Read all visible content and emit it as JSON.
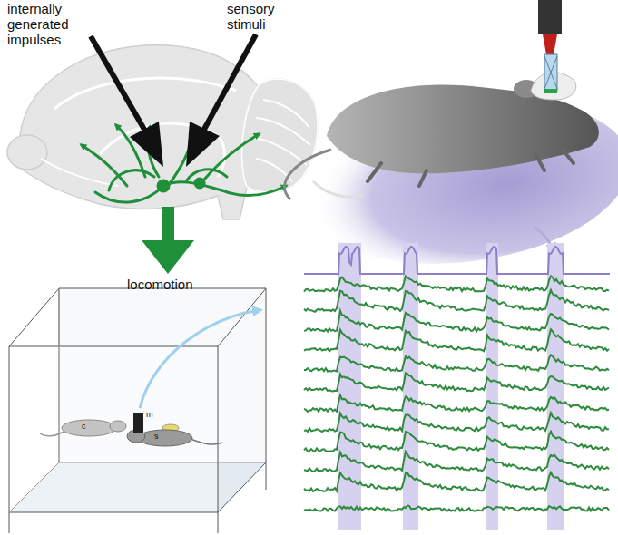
{
  "diagram": {
    "labels": [
      "internally generated impulses",
      "sensory stimuli",
      "locomotion",
      "c",
      "m",
      "s"
    ]
  }
}
